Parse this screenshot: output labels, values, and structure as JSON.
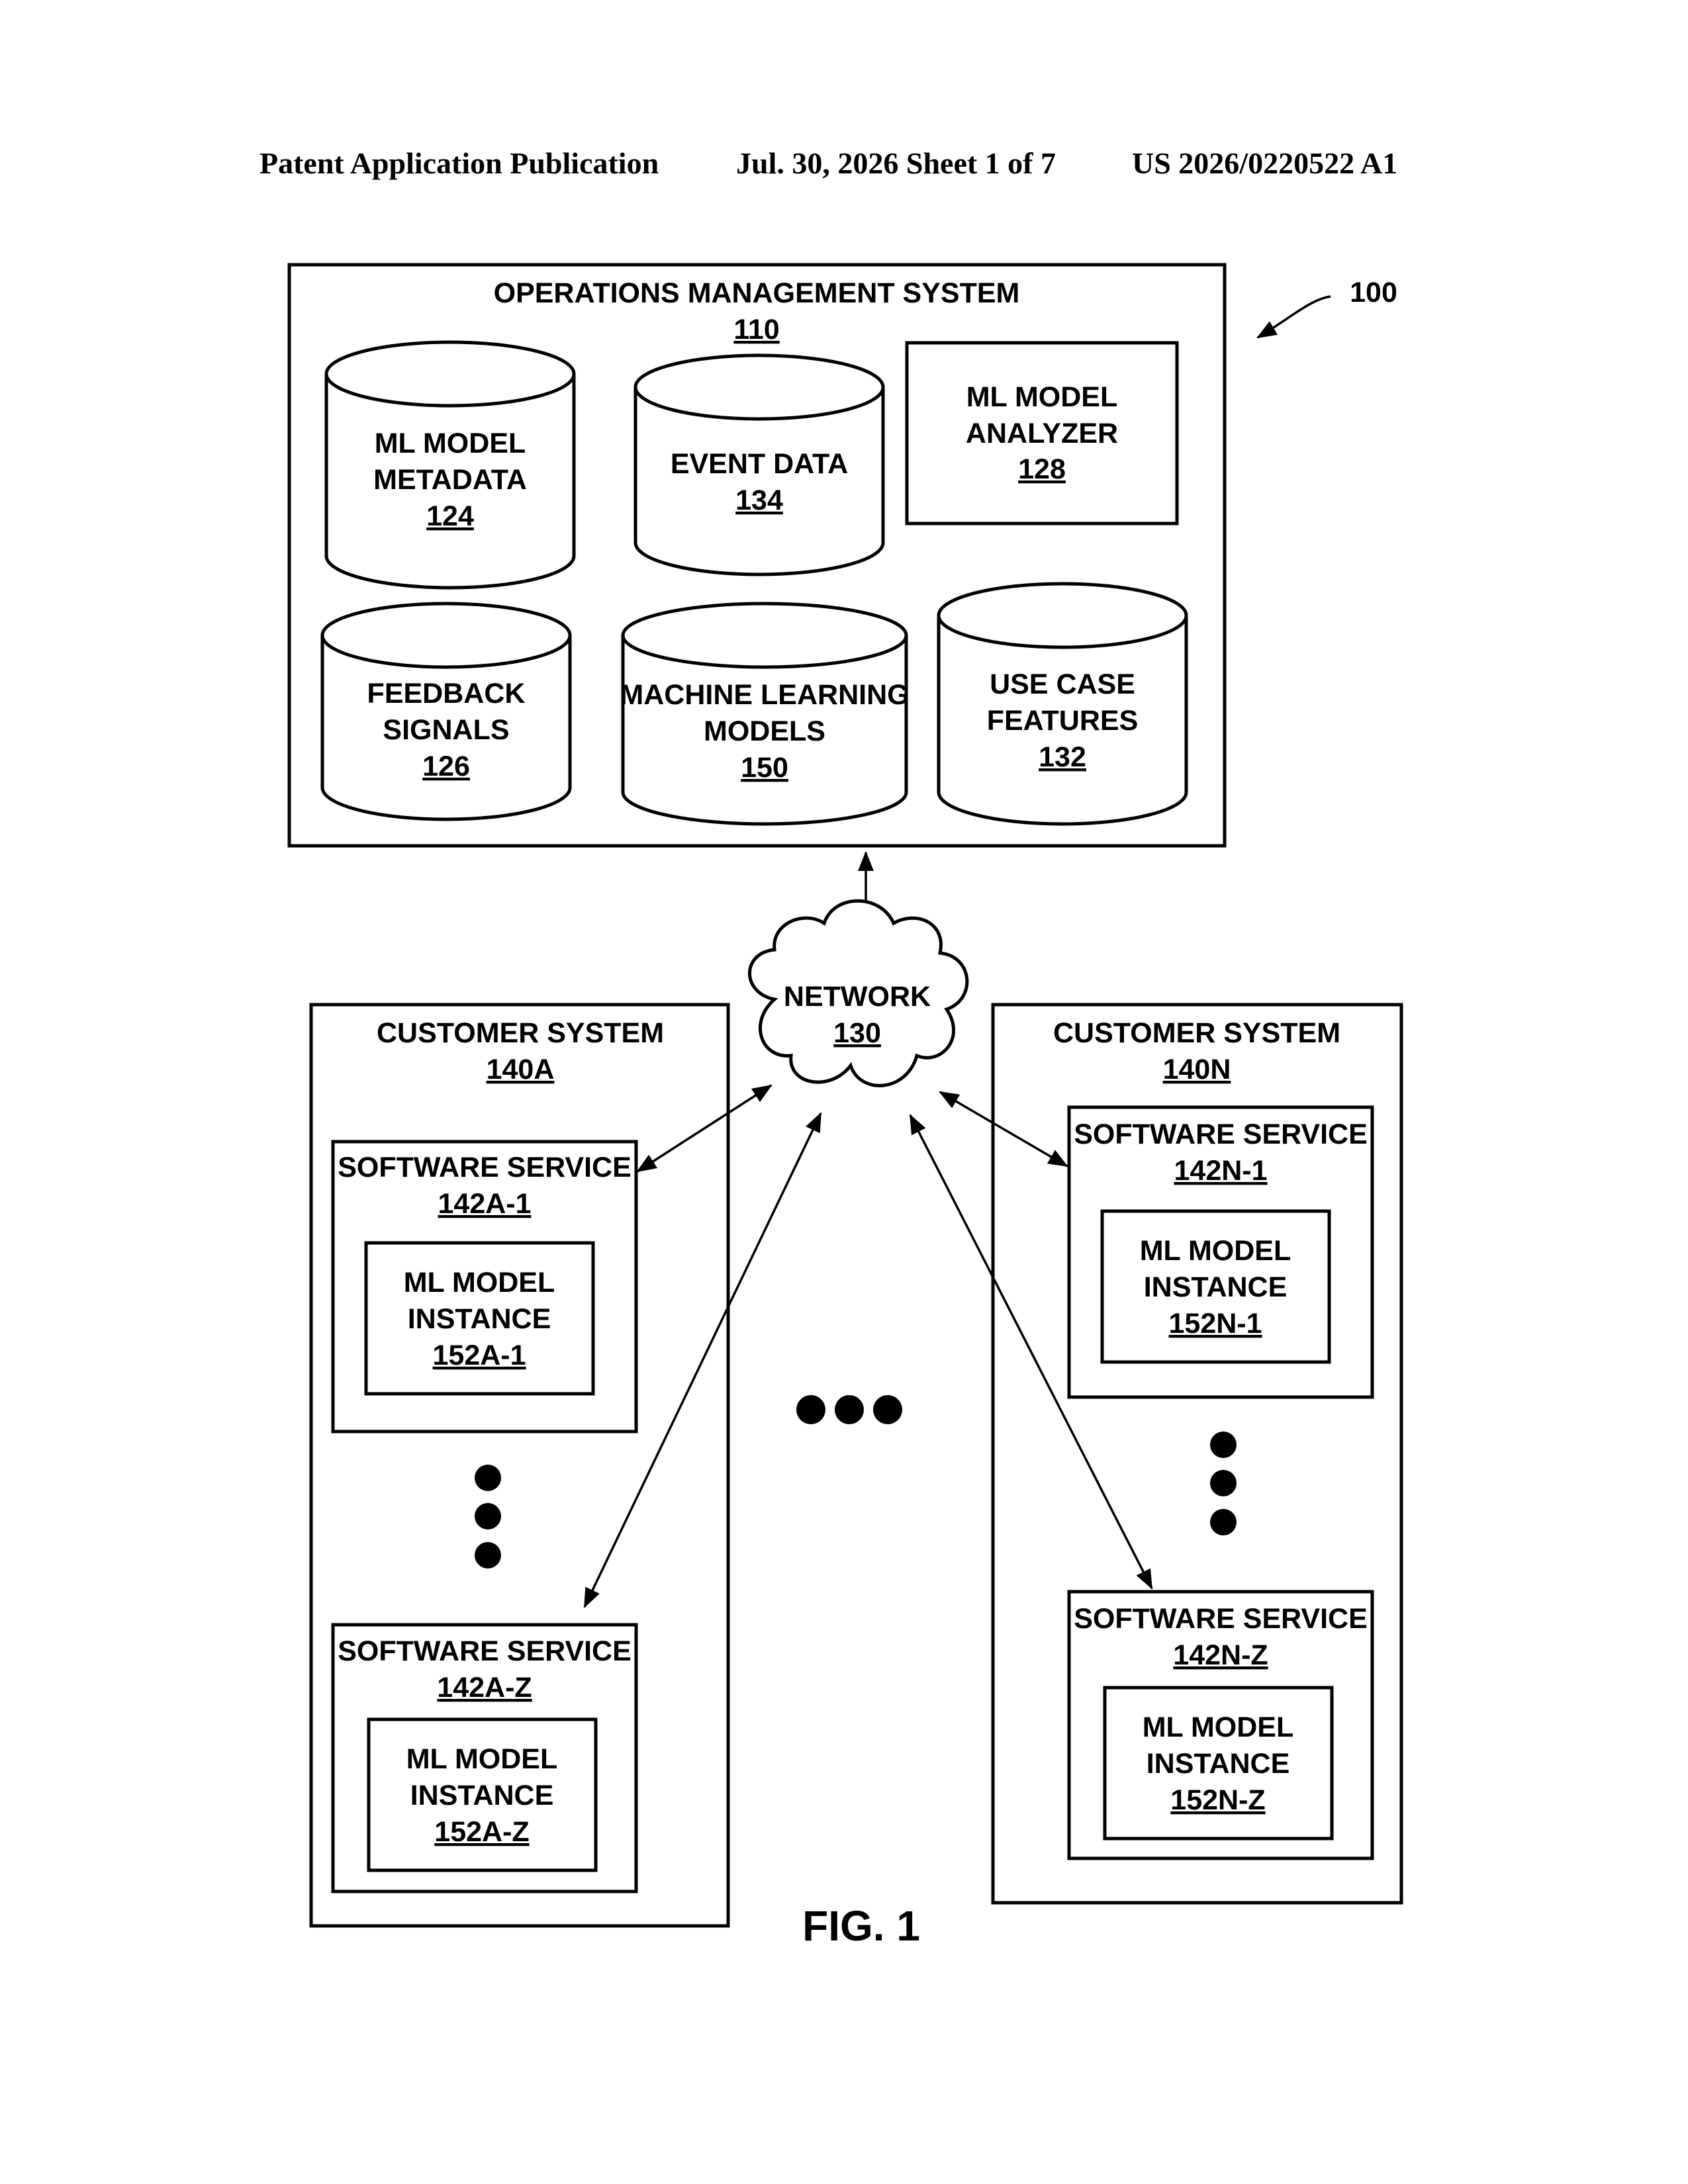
{
  "header": {
    "publication": "Patent Application Publication",
    "date_sheet": "Jul. 30, 2026  Sheet 1 of 7",
    "number": "US 2026/0220522 A1"
  },
  "figure_ref": "100",
  "ops_system": {
    "title": "OPERATIONS MANAGEMENT SYSTEM",
    "ref": "110"
  },
  "ml_model_metadata": {
    "line1": "ML MODEL",
    "line2": "METADATA",
    "ref": "124"
  },
  "event_data": {
    "line1": "EVENT DATA",
    "ref": "134"
  },
  "ml_model_analyzer": {
    "line1": "ML MODEL",
    "line2": "ANALYZER",
    "ref": "128"
  },
  "feedback_signals": {
    "line1": "FEEDBACK",
    "line2": "SIGNALS",
    "ref": "126"
  },
  "machine_learning_models": {
    "line1": "MACHINE LEARNING",
    "line2": "MODELS",
    "ref": "150"
  },
  "use_case_features": {
    "line1": "USE CASE",
    "line2": "FEATURES",
    "ref": "132"
  },
  "network": {
    "label": "NETWORK",
    "ref": "130"
  },
  "customer_a": {
    "title": "CUSTOMER SYSTEM",
    "ref": "140A",
    "service_1": {
      "title": "SOFTWARE SERVICE",
      "ref": "142A-1",
      "inst_line1": "ML MODEL",
      "inst_line2": "INSTANCE",
      "inst_ref": "152A-1"
    },
    "service_z": {
      "title": "SOFTWARE SERVICE",
      "ref": "142A-Z",
      "inst_line1": "ML MODEL",
      "inst_line2": "INSTANCE",
      "inst_ref": "152A-Z"
    }
  },
  "customer_n": {
    "title": "CUSTOMER SYSTEM",
    "ref": "140N",
    "service_1": {
      "title": "SOFTWARE SERVICE",
      "ref": "142N-1",
      "inst_line1": "ML MODEL",
      "inst_line2": "INSTANCE",
      "inst_ref": "152N-1"
    },
    "service_z": {
      "title": "SOFTWARE SERVICE",
      "ref": "142N-Z",
      "inst_line1": "ML MODEL",
      "inst_line2": "INSTANCE",
      "inst_ref": "152N-Z"
    }
  },
  "caption": "FIG. 1"
}
